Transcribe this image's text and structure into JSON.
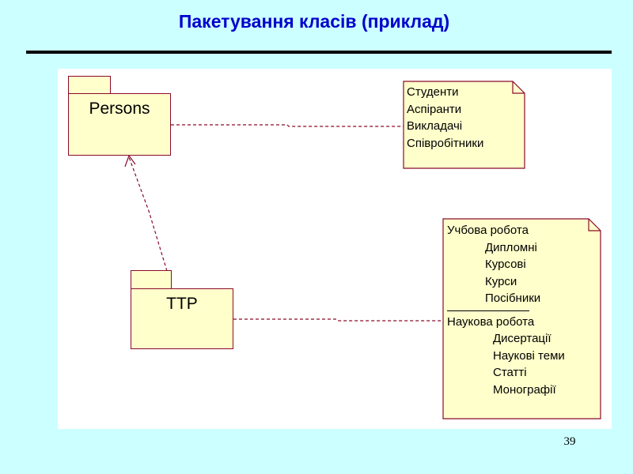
{
  "slide": {
    "title": "Пакетування класів (приклад)",
    "page_number": "39"
  },
  "diagram": {
    "packages": [
      {
        "name": "Persons"
      },
      {
        "name": "TTP"
      }
    ],
    "notes": {
      "persons_note": {
        "lines": [
          "Студенти",
          "Аспіранти",
          "Викладачі",
          "Співробітники"
        ]
      },
      "ttp_note": {
        "teaching_heading": "Учбова робота",
        "teaching_items": [
          "Дипломні",
          "Курсові",
          "Курси",
          "Посібники"
        ],
        "research_heading": "Наукова робота",
        "research_items": [
          "Дисертації",
          "Наукові теми",
          "Статті",
          "Монографії"
        ]
      }
    },
    "colors": {
      "package_fill": "#ffffcc",
      "line_color": "#8b0a2b",
      "title_color": "#0000cc",
      "background": "#ccffff"
    }
  }
}
